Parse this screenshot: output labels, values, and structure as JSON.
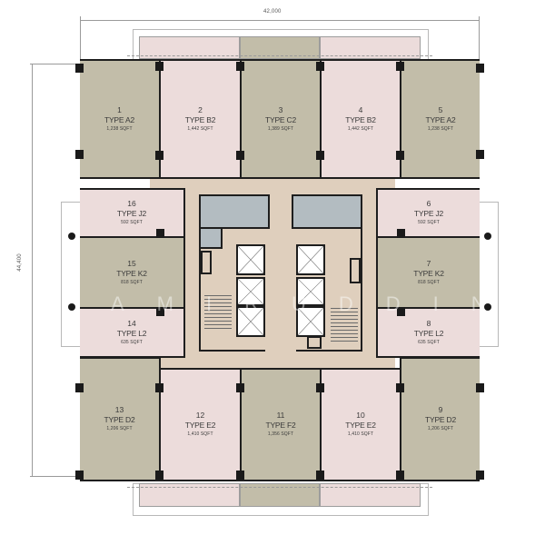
{
  "dimensions": {
    "width_label": "42,000",
    "height_label": "44,400"
  },
  "watermark": "AMIRUDDIN",
  "colors": {
    "unit_green": "#c2bda9",
    "unit_pink": "#ecdcdb",
    "core_tan": "#dfcfbd",
    "washroom_blue": "#b3bcc1",
    "wall": "#1e1e1e"
  },
  "units": [
    {
      "num": "1",
      "type": "TYPE A2",
      "area": "1,238 SQFT"
    },
    {
      "num": "2",
      "type": "TYPE B2",
      "area": "1,442 SQFT"
    },
    {
      "num": "3",
      "type": "TYPE C2",
      "area": "1,389 SQFT"
    },
    {
      "num": "4",
      "type": "TYPE B2",
      "area": "1,442 SQFT"
    },
    {
      "num": "5",
      "type": "TYPE A2",
      "area": "1,238 SQFT"
    },
    {
      "num": "6",
      "type": "TYPE J2",
      "area": "592 SQFT"
    },
    {
      "num": "7",
      "type": "TYPE K2",
      "area": "818 SQFT"
    },
    {
      "num": "8",
      "type": "TYPE L2",
      "area": "635 SQFT"
    },
    {
      "num": "9",
      "type": "TYPE D2",
      "area": "1,206 SQFT"
    },
    {
      "num": "10",
      "type": "TYPE E2",
      "area": "1,410 SQFT"
    },
    {
      "num": "11",
      "type": "TYPE F2",
      "area": "1,356 SQFT"
    },
    {
      "num": "12",
      "type": "TYPE E2",
      "area": "1,410 SQFT"
    },
    {
      "num": "13",
      "type": "TYPE D2",
      "area": "1,206 SQFT"
    },
    {
      "num": "14",
      "type": "TYPE L2",
      "area": "635 SQFT"
    },
    {
      "num": "15",
      "type": "TYPE K2",
      "area": "818 SQFT"
    },
    {
      "num": "16",
      "type": "TYPE J2",
      "area": "592 SQFT"
    }
  ]
}
